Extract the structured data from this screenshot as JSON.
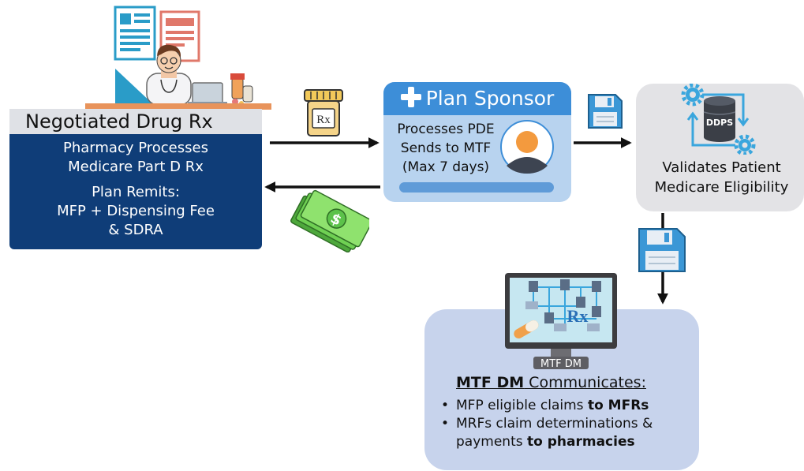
{
  "pharmacy": {
    "title": "Negotiated Drug Rx",
    "lines": [
      "Pharmacy Processes",
      "Medicare Part D Rx"
    ],
    "remit_lines": [
      "Plan Remits:",
      "MFP + Dispensing Fee",
      "& SDRA"
    ]
  },
  "sponsor": {
    "title": "Plan Sponsor",
    "lines": [
      "Processes PDE",
      "Sends to MTF",
      "(Max 7 days)"
    ]
  },
  "ddps": {
    "badge": "DDPS",
    "lines": [
      "Validates Patient",
      "Medicare Eligibility"
    ]
  },
  "mtf": {
    "monitor_label": "MTF DM",
    "screen_symbol": "Rx",
    "heading_bold": "MTF DM",
    "heading_rest": " Communicates:",
    "item1_plain": "MFP eligible claims ",
    "item1_bold": "to MFRs",
    "item2_line1": "MRFs claim determinations &",
    "item2_plain": "payments ",
    "item2_bold": "to pharmacies"
  },
  "icons": {
    "rx_bottle_symbol": "Rx",
    "money_symbol": "$"
  },
  "colors": {
    "pharmacy_navy": "#0f3d78",
    "sponsor_blue": "#3d8ed8",
    "sponsor_light": "#b8d3ef",
    "ddps_gray": "#e3e3e6",
    "mtf_card": "#c7d3ec",
    "money_green": "#5cc24a",
    "gear_blue": "#3aa6dd"
  }
}
